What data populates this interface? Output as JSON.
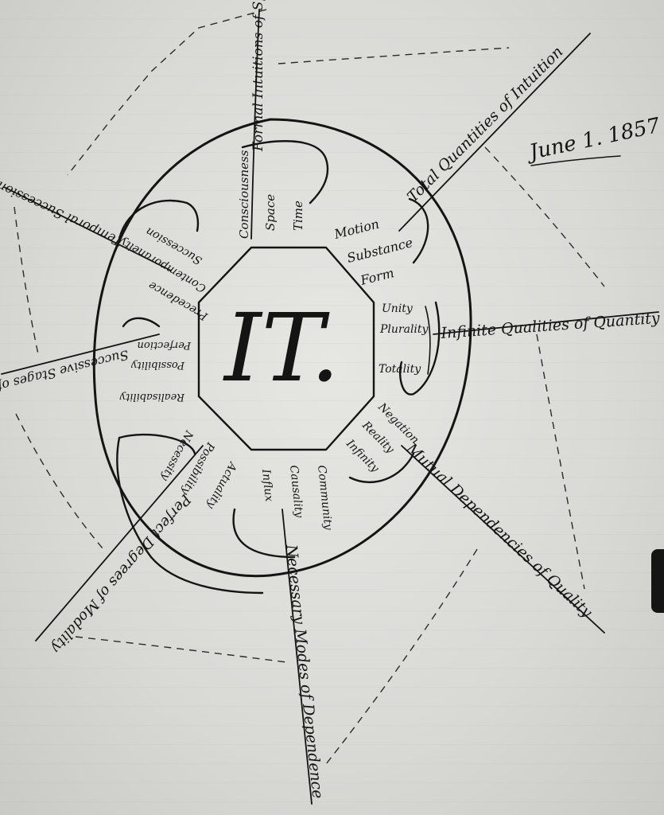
{
  "date": "June 1. 1857",
  "center": "IT.",
  "spokes": {
    "top": "Formal Intuitions of Space",
    "upper_right": "Total Quantities of Intuition",
    "right": "Infinite Qualities of Quantity",
    "lower_right": "Mutual Dependencies of Quality",
    "bottom": "Necessary Modes of Dependence",
    "lower_left": "Perfect Degrees of Modality",
    "left": "Successive Stages of Life",
    "upper_left": "Temporal Successions of Life"
  },
  "ring_groups": {
    "top": [
      "Consciousness",
      "Space",
      "Time"
    ],
    "upper_right": [
      "Motion",
      "Substance",
      "Form"
    ],
    "right": [
      "Unity",
      "Plurality",
      "Totality"
    ],
    "lower_right": [
      "Negation",
      "Reality",
      "Infinity"
    ],
    "bottom": [
      "Community",
      "Causality",
      "Influx"
    ],
    "lower_left": [
      "Actuality",
      "Possibility",
      "Necessity"
    ],
    "left": [
      "Perfection",
      "Possibility",
      "Realisability"
    ],
    "upper_left": [
      "Succession",
      "Contemporaneity",
      "Precedence"
    ]
  }
}
